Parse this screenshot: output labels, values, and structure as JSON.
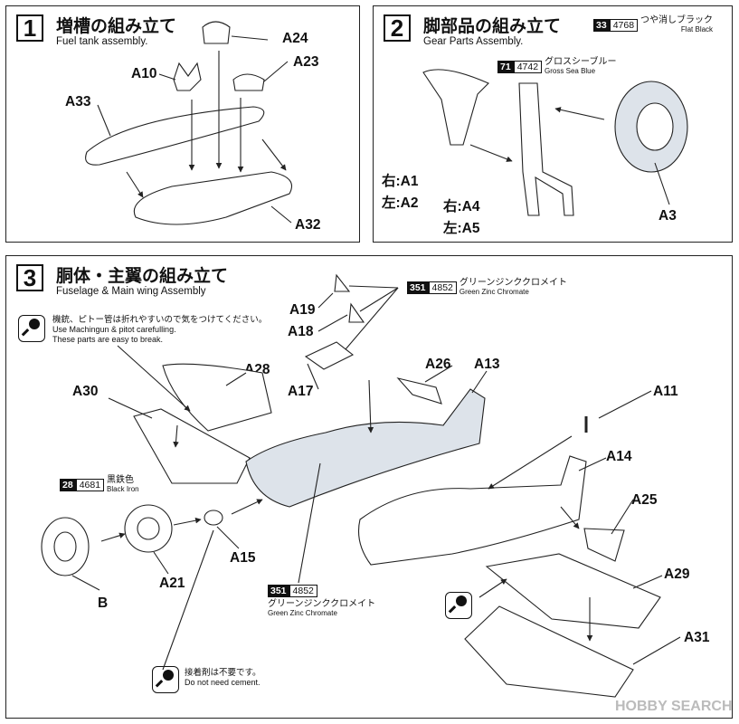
{
  "step1": {
    "number": "1",
    "title_jp": "増槽の組み立て",
    "title_en": "Fuel tank assembly.",
    "labels": [
      "A24",
      "A10",
      "A23",
      "A33",
      "A32"
    ]
  },
  "step2": {
    "number": "2",
    "title_jp": "脚部品の組み立て",
    "title_en": "Gear Parts Assembly.",
    "paint_flat_black": {
      "no": "33",
      "code": "4768",
      "jp": "つや消しブラック",
      "en": "Flat Black"
    },
    "paint_gross_sea_blue": {
      "no": "71",
      "code": "4742",
      "jp": "グロスシーブルー",
      "en": "Gross Sea Blue"
    },
    "labels": [
      "右:A1",
      "左:A2",
      "右:A4",
      "左:A5",
      "A3"
    ]
  },
  "step3": {
    "number": "3",
    "title_jp": "胴体・主翼の組み立て",
    "title_en": "Fuselage & Main wing Assembly",
    "paint_green_zinc_top": {
      "no": "351",
      "code": "4852",
      "jp": "グリーンジンククロメイト",
      "en": "Green Zinc Chromate"
    },
    "paint_green_zinc_bottom": {
      "no": "351",
      "code": "4852",
      "jp": "グリーンジンククロメイト",
      "en": "Green Zinc Chromate"
    },
    "paint_black_iron": {
      "no": "28",
      "code": "4681",
      "jp": "黒鉄色",
      "en": "Black Iron"
    },
    "caution_note": {
      "jp": "機銃、ピトー管は折れやすいので気をつけてください。",
      "en1": "Use Machingun & pitot carefulling.",
      "en2": "These parts are easy to break."
    },
    "cement_note": {
      "jp": "接着剤は不要です。",
      "en": "Do not need cement."
    },
    "labels": [
      "A19",
      "A18",
      "A17",
      "A28",
      "A30",
      "A26",
      "A13",
      "A11",
      "A14",
      "A25",
      "A29",
      "A31",
      "A15",
      "A21",
      "B"
    ]
  },
  "watermark": "HOBBY SEARCH",
  "colors": {
    "line": "#222222",
    "fill_gray": "#dde3ea",
    "caution_bg": "#111111"
  }
}
